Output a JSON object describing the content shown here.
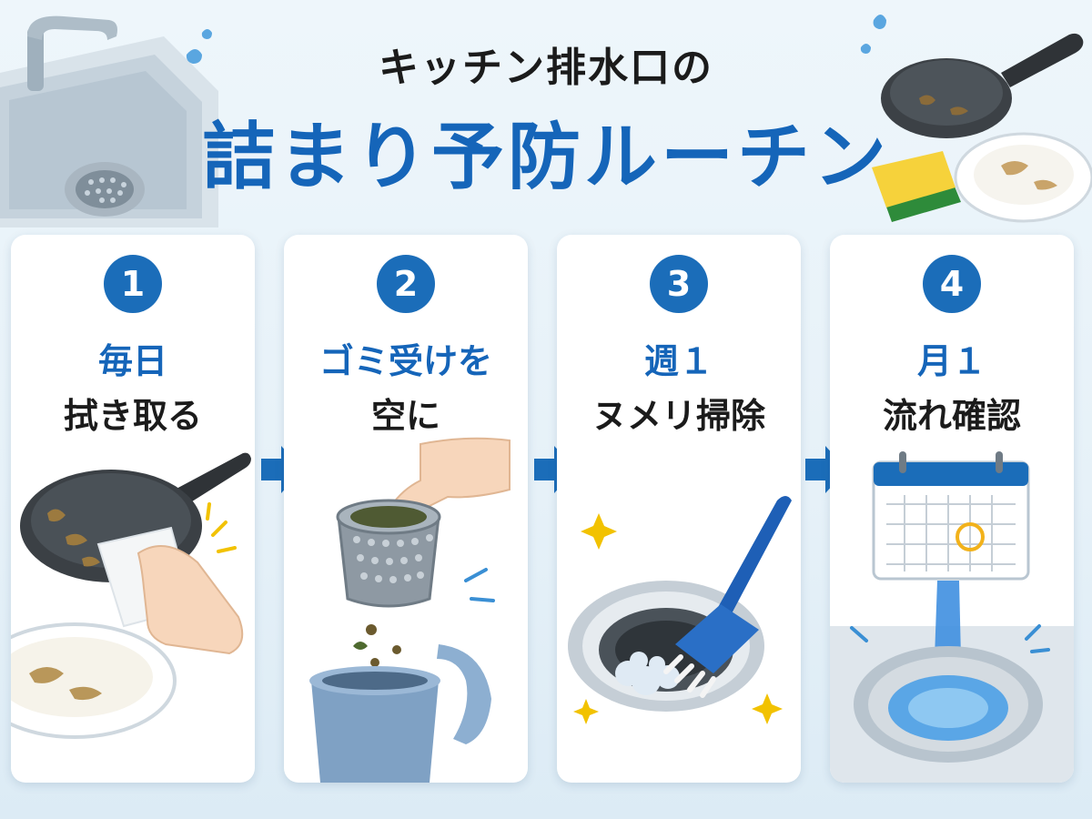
{
  "title": {
    "line1": "キッチン排水口の",
    "line2": "詰まり予防ルーチン"
  },
  "steps": [
    {
      "number": "1",
      "line1": "毎日",
      "line2": "拭き取る",
      "icon": "frying-pan-wipe-icon"
    },
    {
      "number": "2",
      "line1": "ゴミ受けを",
      "line2": "空に",
      "icon": "strainer-trash-icon"
    },
    {
      "number": "3",
      "line1": "週１",
      "line2": "ヌメリ掃除",
      "icon": "drain-brush-icon"
    },
    {
      "number": "4",
      "line1": "月１",
      "line2": "流れ確認",
      "icon": "calendar-water-flow-icon"
    }
  ],
  "colors": {
    "accent": "#1565b9",
    "badge": "#1b6db9",
    "text": "#1b1b1b",
    "background": "#eef6fb"
  }
}
